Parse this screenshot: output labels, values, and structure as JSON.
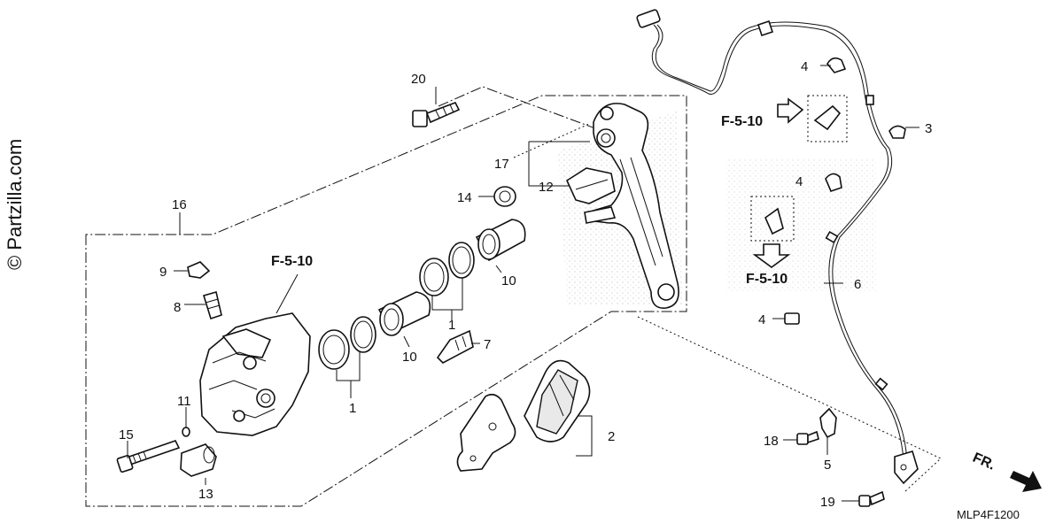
{
  "watermark": "© Partzilla.com",
  "diagram_code": "MLP4F1200",
  "direction_label": "FR.",
  "references": [
    "F-5-10",
    "F-5-10",
    "F-5-10"
  ],
  "callouts": {
    "c1a": "1",
    "c1b": "1",
    "c2": "2",
    "c3": "3",
    "c4a": "4",
    "c4b": "4",
    "c4c": "4",
    "c5": "5",
    "c6": "6",
    "c7": "7",
    "c8": "8",
    "c9": "9",
    "c10a": "10",
    "c10b": "10",
    "c11": "11",
    "c12": "12",
    "c13": "13",
    "c14": "14",
    "c15": "15",
    "c16": "16",
    "c17": "17",
    "c18": "18",
    "c19": "19",
    "c20": "20"
  }
}
